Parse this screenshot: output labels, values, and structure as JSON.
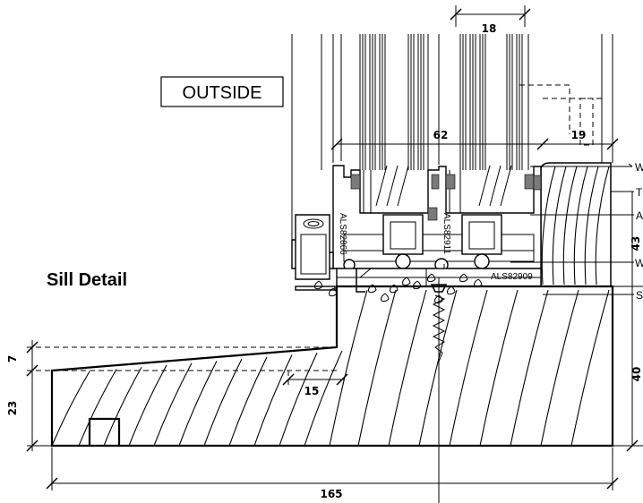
{
  "heading": "Sill Detail",
  "outside_label": "OUTSIDE",
  "profile_codes": {
    "left_frame": "ALS82866",
    "center_mullion": "ALS82911",
    "sill_adaptor": "ALS82909"
  },
  "dimensions": {
    "top_gap": "18",
    "frame_width": "62",
    "right_return": "19",
    "right_height": "43",
    "sill_height": "40",
    "left_step": "7",
    "left_height": "23",
    "step_offset": "15",
    "overall_width": "165"
  },
  "callout_letters": {
    "c1": "W",
    "c2": "T",
    "c3": "A",
    "c4": "W",
    "c5": "S"
  }
}
